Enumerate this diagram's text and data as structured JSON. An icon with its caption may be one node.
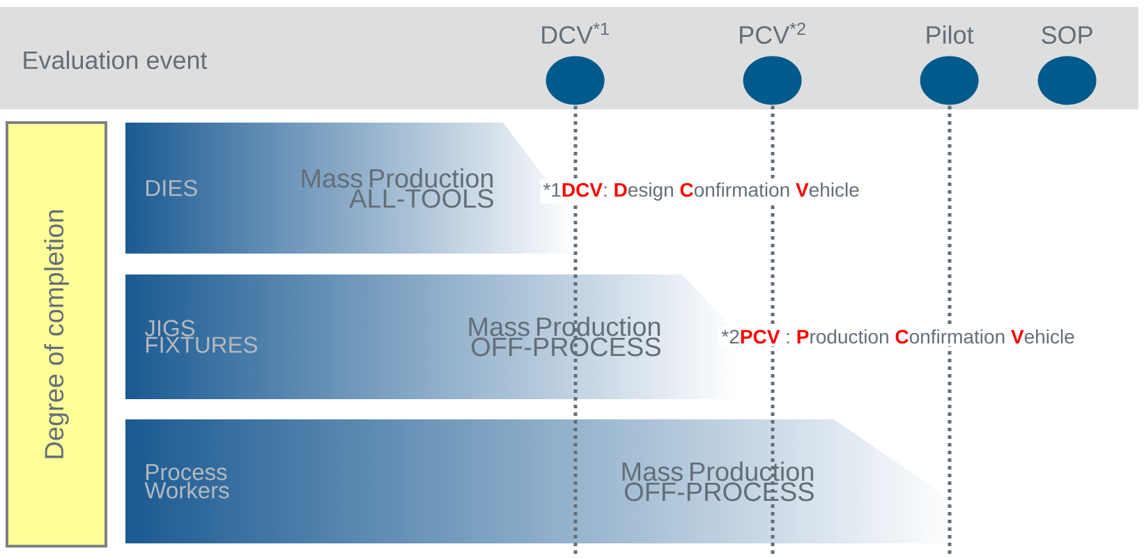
{
  "diagram": {
    "nodes": [
      {
        "text": [
          "Evaluation event"
        ]
      },
      {
        "text": [
          "DCV$^{*1}$"
        ],
        "in": 0
      },
      {
        "text": [
          "PCV$^{*2}$"
        ],
        "in": 0
      },
      {
        "text": [
          "Pilot"
        ],
        "in": 0
      },
      {
        "text": [
          "SOP"
        ],
        "in": 0
      },
      {
        "text": [
          "Degree of completion"
        ]
      },
      {
        "text": [
          "DIES",
          "Mass Production ALL-TOOLS"
        ]
      },
      {
        "text": [
          "JIGS FIXTURES",
          "Mass Production OFF-PROCESS"
        ]
      },
      {
        "text": [
          "Process Workers",
          "Mass Production OFF-PROCESS"
        ]
      }
    ],
    "edges": [],
    "labels": [
      "*1**DCV**: **D**esign **C**onfirmation **V**ehicle",
      "*2**PCV** : **P**roduction **C**onfirmation **V**ehicle"
    ]
  }
}
